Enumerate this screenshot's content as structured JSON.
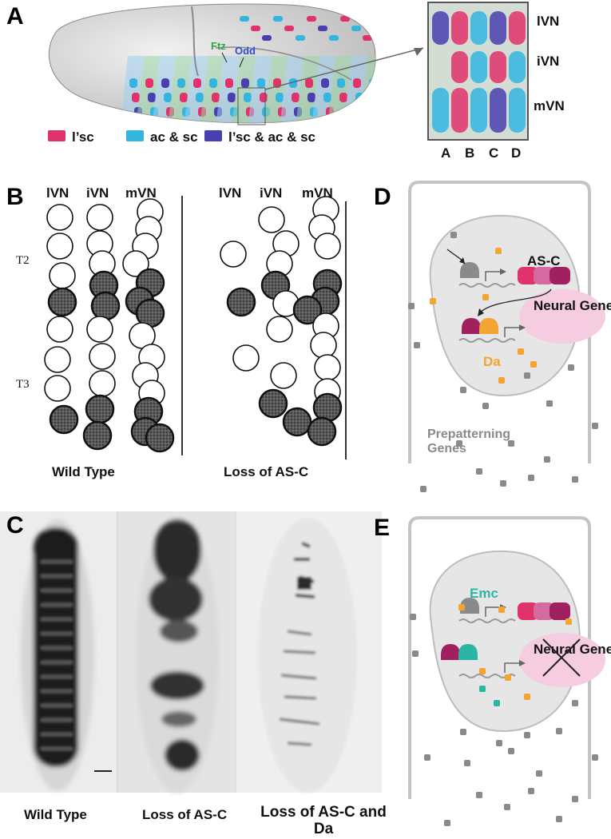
{
  "panels": {
    "a": "A",
    "b": "B",
    "c": "C",
    "d": "D",
    "e": "E"
  },
  "panel_a": {
    "marker_ftz": "Ftz",
    "marker_odd": "Odd",
    "legend": [
      {
        "label": "l’sc",
        "color": "#e0336b"
      },
      {
        "label": "ac & sc",
        "color": "#33b5e0"
      },
      {
        "label": "l’sc & ac & sc",
        "color": "#4a3fb0"
      }
    ],
    "rows": [
      "lVN",
      "iVN",
      "mVN"
    ],
    "columns": [
      "A",
      "B",
      "C",
      "D"
    ]
  },
  "panel_b": {
    "columns": [
      "lVN",
      "iVN",
      "mVN"
    ],
    "segments": [
      "T2",
      "T3"
    ],
    "captions": [
      "Wild Type",
      "Loss of AS-C"
    ]
  },
  "panel_c": {
    "captions": [
      "Wild Type",
      "Loss of AS-C",
      "Loss of AS-C and Da"
    ]
  },
  "panel_d": {
    "asc": "AS-C",
    "neural_genes": "Neural Genes",
    "da": "Da",
    "prepatterning": "Prepatterning Genes"
  },
  "panel_e": {
    "emc": "Emc",
    "neural_genes": "Neural Genes"
  },
  "colors": {
    "lsc": "#e0336b",
    "acsc": "#33b5e0",
    "both": "#4a3fb0",
    "asc_magenta": "#b0306e",
    "da_orange": "#f2a530",
    "emc_teal": "#2ab5a5",
    "neural_pink": "#f6cde0",
    "cell_gray": "#e5e5e5",
    "factor_gray": "#8a8a8a"
  }
}
